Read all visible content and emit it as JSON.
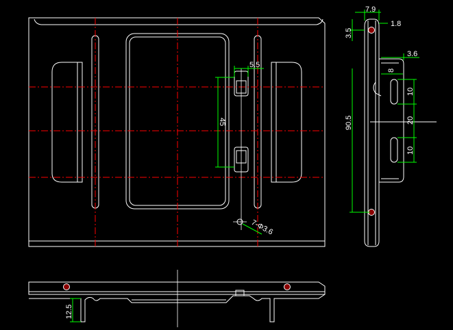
{
  "colors": {
    "background": "#000000",
    "outline": "#ffffff",
    "centerline": "#ff0000",
    "dimension": "#00ff00",
    "dimension_text": "#ffffff",
    "hole_fill": "#8b0000"
  },
  "dimensions": {
    "width_7_9": "7.9",
    "dim_1_8": "1.8",
    "dim_3_5": "3.5",
    "dim_3_6": "3.6",
    "dim_8": "8",
    "dim_10_top": "10",
    "dim_20": "20",
    "dim_10_bottom": "10",
    "dim_90_5": "90.5",
    "dim_5_5": "5.5",
    "dim_45": "45",
    "hole_callout": "7-Φ3.6",
    "dim_12_5": "12.5"
  }
}
